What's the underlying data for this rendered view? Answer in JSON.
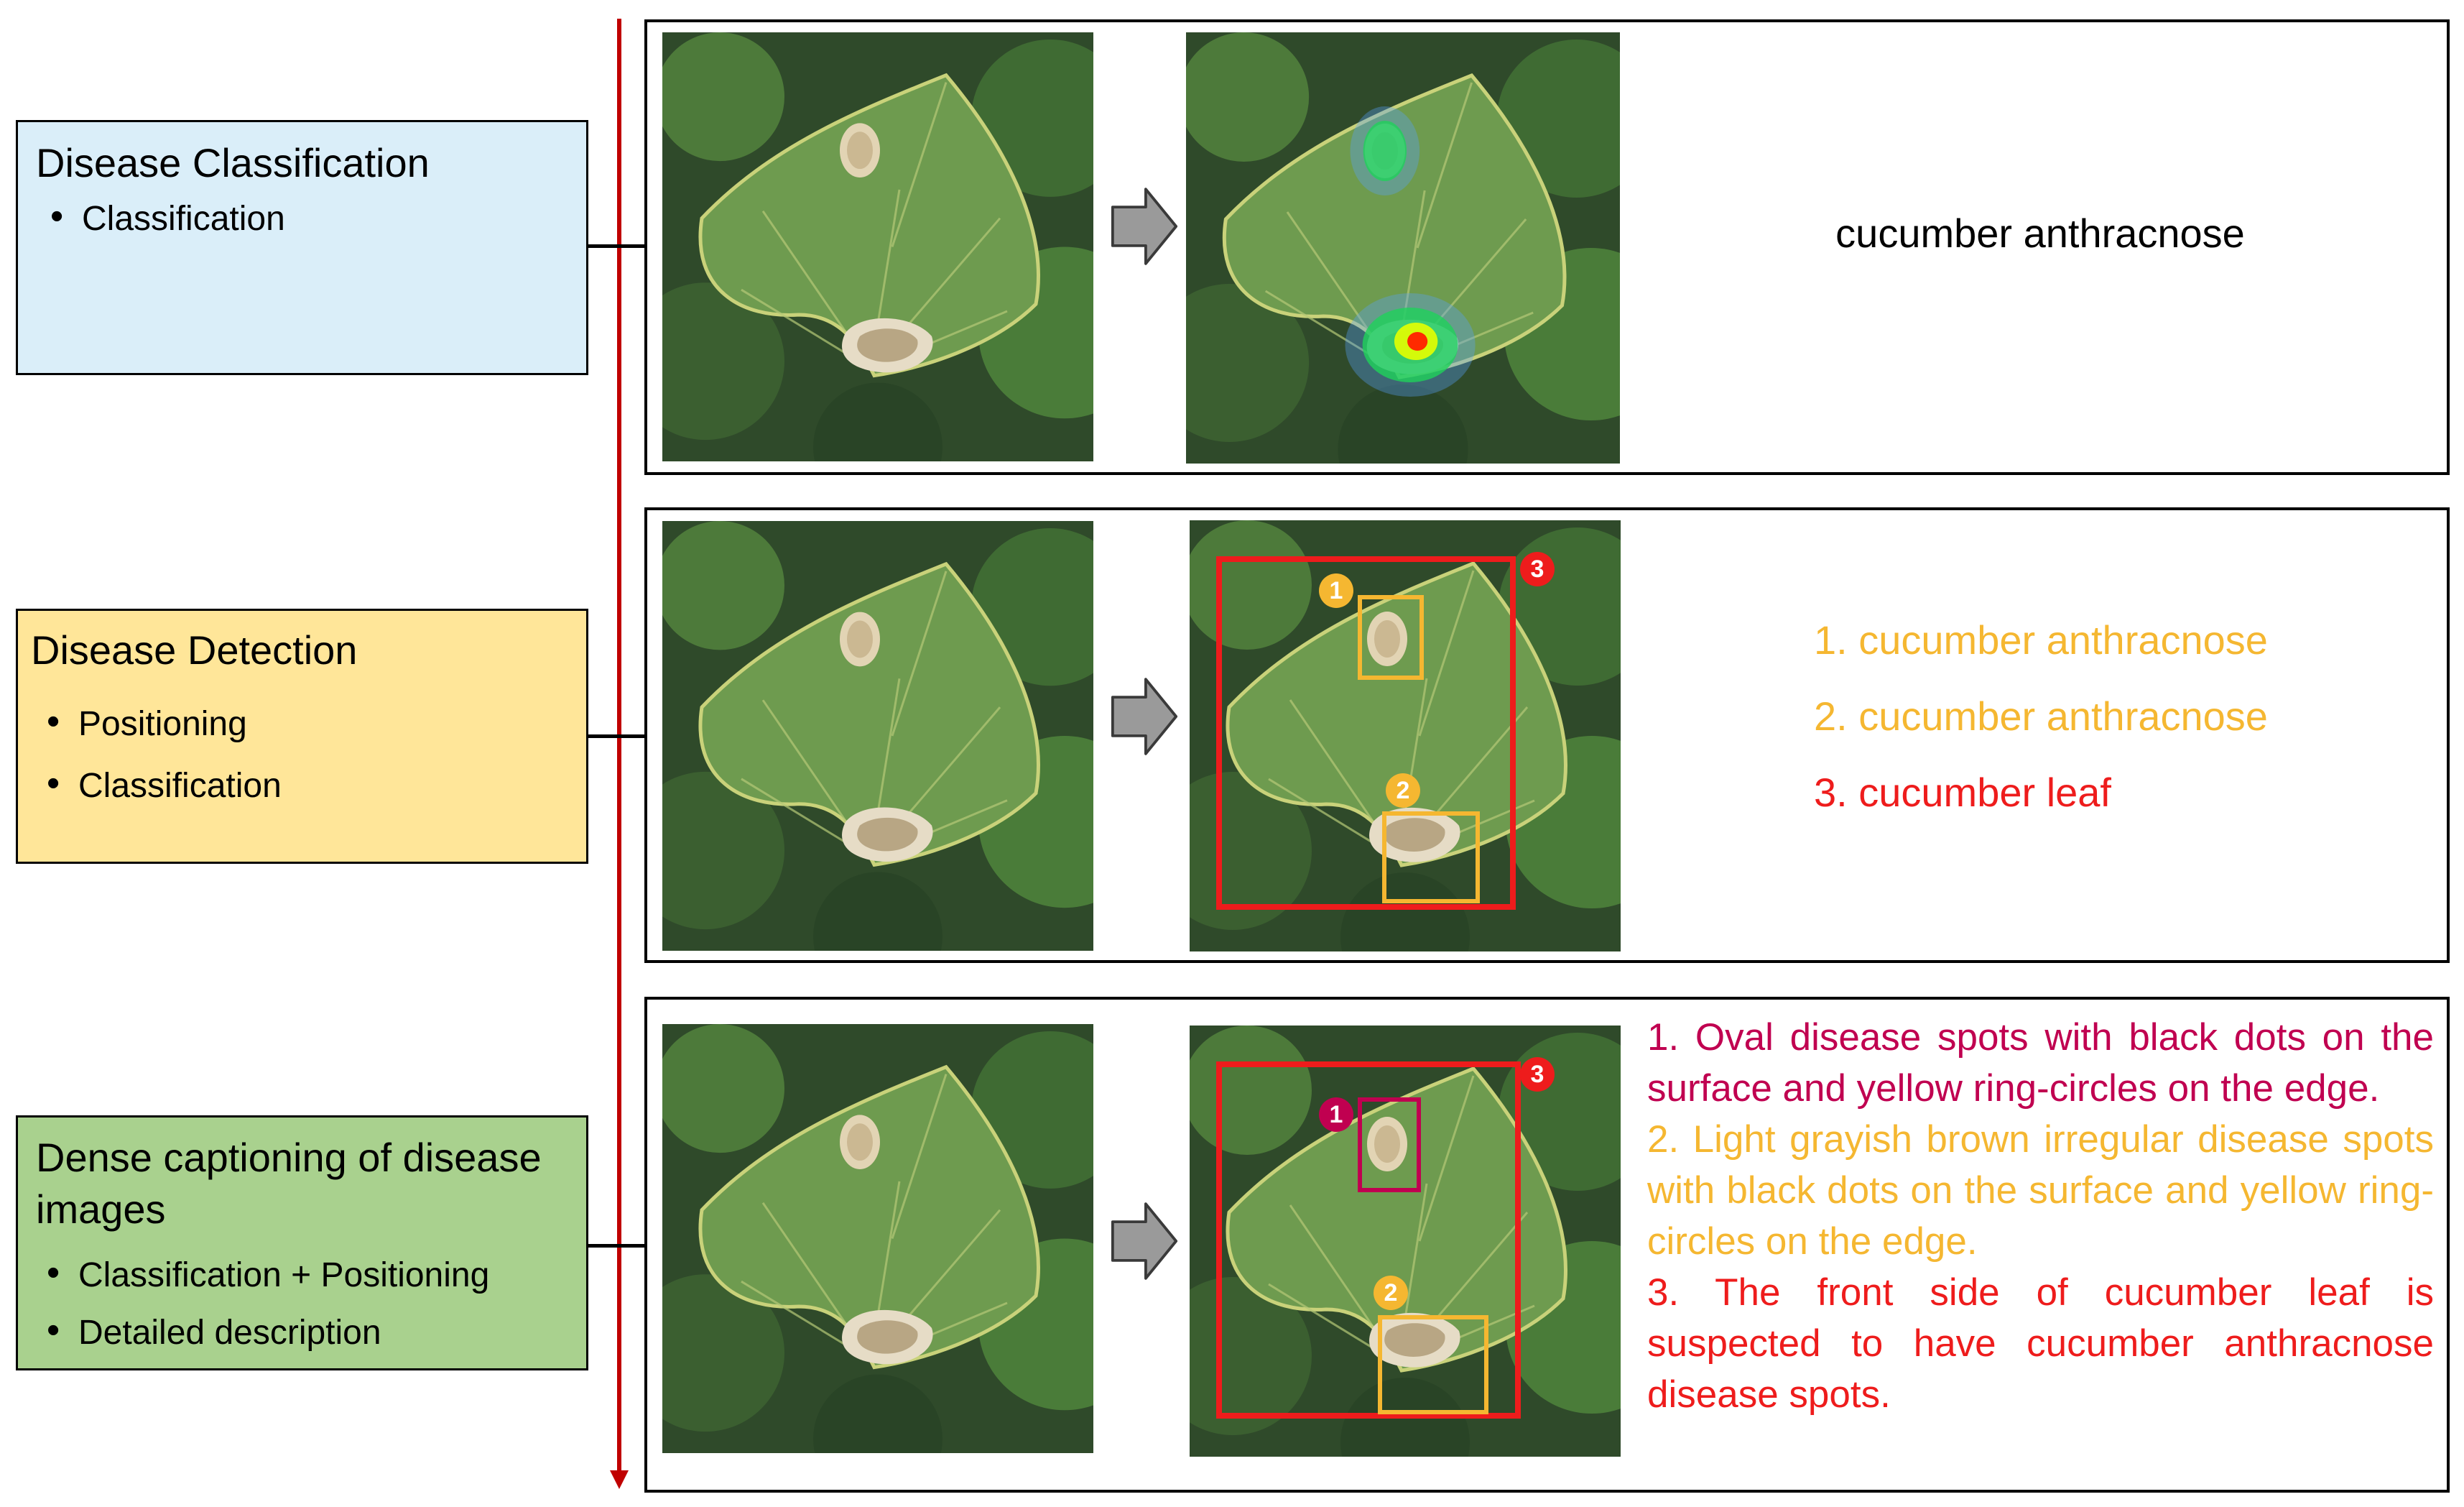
{
  "colors": {
    "timeline": "#c00000",
    "classification_bg": "#daeef9",
    "detection_bg": "#ffe699",
    "captioning_bg": "#a9d18e",
    "orange": "#f5b731",
    "red": "#ee1c1c",
    "crimson": "#c00050"
  },
  "tasks": [
    {
      "title": "Disease Classification",
      "bullets": [
        "Classification"
      ]
    },
    {
      "title": "Disease Detection",
      "bullets": [
        "Positioning",
        "Classification"
      ]
    },
    {
      "title": "Dense captioning of disease images",
      "bullets": [
        "Classification + Positioning",
        "Detailed description"
      ]
    }
  ],
  "classification": {
    "result": "cucumber anthracnose"
  },
  "detection": {
    "results": [
      "1. cucumber anthracnose",
      "2. cucumber anthracnose",
      "3. cucumber leaf"
    ],
    "badges": [
      "1",
      "2",
      "3"
    ]
  },
  "captioning": {
    "captions": [
      "1. Oval disease spots with black dots on the surface and yellow ring-circles on the edge.",
      "2. Light grayish brown irregular disease spots with black dots on the surface and yellow ring-circles on the edge.",
      "3. The front side of cucumber leaf is suspected to have cucumber anthracnose disease spots."
    ],
    "badges": [
      "1",
      "2",
      "3"
    ]
  },
  "icons": [
    "right-arrow-icon",
    "leaf-photo",
    "heatmap-leaf-photo"
  ]
}
